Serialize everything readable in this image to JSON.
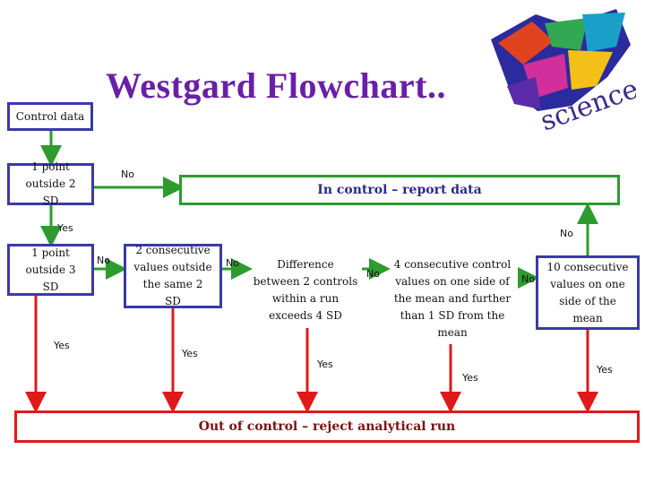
{
  "title": "Westgard Flowchart..",
  "nodes": {
    "control_data": "Control data",
    "one_point_2sd": "1 point outside 2 SD",
    "in_control": "In control – report data",
    "one_point_3sd": "1 point outside 3 SD",
    "two_consecutive": "2 consecutive values outside the same 2 SD",
    "difference_between": "Difference between 2 controls within a run exceeds 4 SD",
    "four_consecutive": "4 consecutive control values on one side of the mean and further than 1 SD from the mean",
    "ten_consecutive": "10 consecutive values on one side of the mean",
    "out_of_control": "Out of control – reject analytical run"
  },
  "edges": {
    "no_label": "No",
    "yes_label": "Yes"
  },
  "colors": {
    "title": "#6a1fa8",
    "box_border": "#3a3aa8",
    "yes_path": "#e01919",
    "no_path": "#2e9b2e"
  },
  "logo": {
    "icon": "westgard-collage-logo",
    "word": "science"
  }
}
